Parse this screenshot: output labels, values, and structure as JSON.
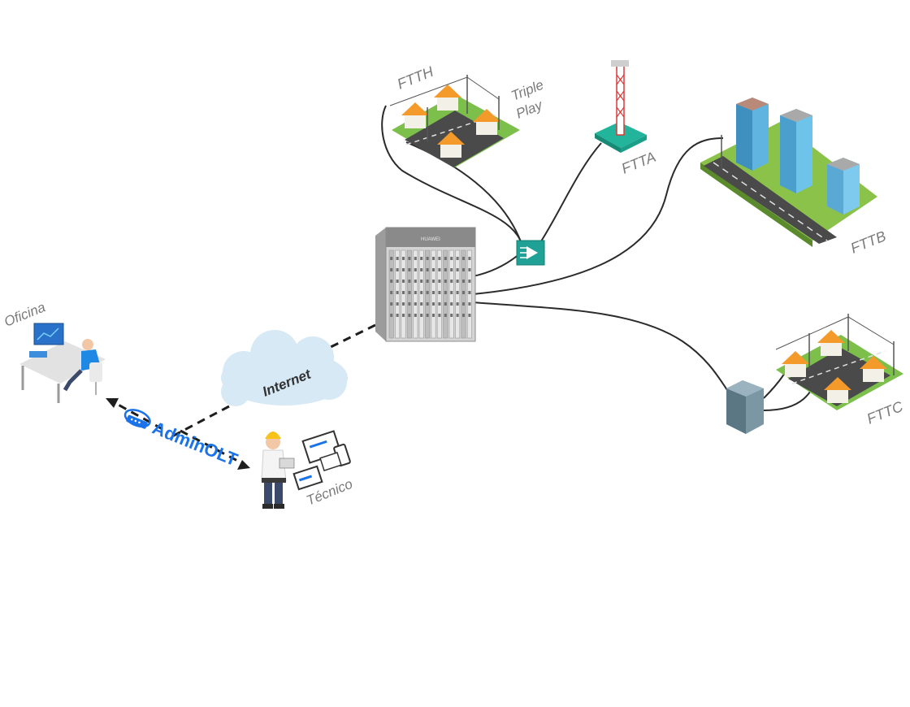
{
  "labels": {
    "ftth": "FTTH",
    "triple_play_1": "Triple",
    "triple_play_2": "Play",
    "ftta": "FTTA",
    "fttb": "FTTB",
    "fttc": "FTTC",
    "oficina": "Oficina",
    "internet": "Internet",
    "tecnico": "Técnico",
    "brand": "AdminOLT",
    "olt_vendor": "HUAWEI"
  },
  "colors": {
    "cable": "#2b2b2b",
    "cloud": "#d6e9f5",
    "brand_blue": "#1a73e8",
    "label_gray": "#7a7a7a",
    "splitter": "#2aa39a",
    "cabinet": "#6f8c99"
  },
  "icons": {
    "olt": "olt-chassis-icon",
    "splitter": "splitter-icon",
    "tower": "antenna-tower-icon",
    "cabinet": "street-cabinet-icon",
    "office": "office-desk-icon",
    "technician": "technician-icon",
    "cloud": "cloud-icon"
  }
}
